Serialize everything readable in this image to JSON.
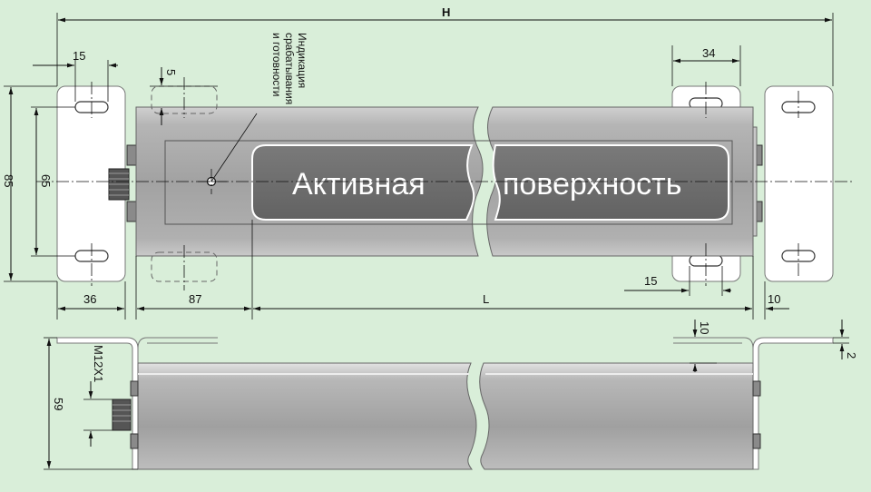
{
  "labels": {
    "active_left": "Активная",
    "active_right": "поверхность",
    "note_line1": "Индикация",
    "note_line2": "срабатывания",
    "note_line3": "и готовности",
    "thread": "M12X1"
  },
  "dimensions": {
    "H": "H",
    "L": "L",
    "d15_top": "15",
    "d5": "5",
    "d34": "34",
    "d85": "85",
    "d65": "65",
    "d36": "36",
    "d87": "87",
    "d15_bottom": "15",
    "d10_right": "10",
    "d10_side": "10",
    "d2": "2",
    "d59": "59"
  },
  "colors": {
    "background": "#d9eed9",
    "body_gray": "#a8a8a8",
    "active_panel": "#6e6e6e",
    "line": "#111111"
  }
}
